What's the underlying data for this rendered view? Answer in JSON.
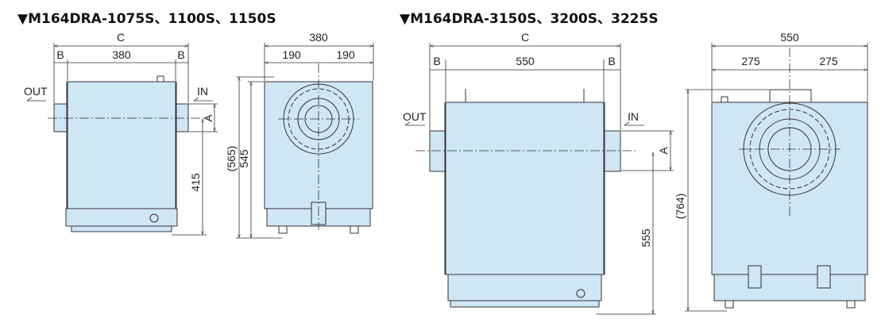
{
  "left": {
    "title": "▼M164DRA-1075S、1100S、1150S",
    "side": {
      "c": "C",
      "b_left": "B",
      "width": "380",
      "b_right": "B",
      "out": "OUT",
      "in": "IN",
      "a": "A",
      "height": "415"
    },
    "front": {
      "width": "380",
      "half_left": "190",
      "half_right": "190",
      "total_height": "(565)",
      "body_height": "545"
    }
  },
  "right": {
    "title": "▼M164DRA-3150S、3200S、3225S",
    "side": {
      "c": "C",
      "b_left": "B",
      "width": "550",
      "b_right": "B",
      "out": "OUT",
      "in": "IN",
      "a": "A",
      "height": "555"
    },
    "front": {
      "width": "550",
      "half_left": "275",
      "half_right": "275",
      "total_height": "(764)"
    }
  }
}
